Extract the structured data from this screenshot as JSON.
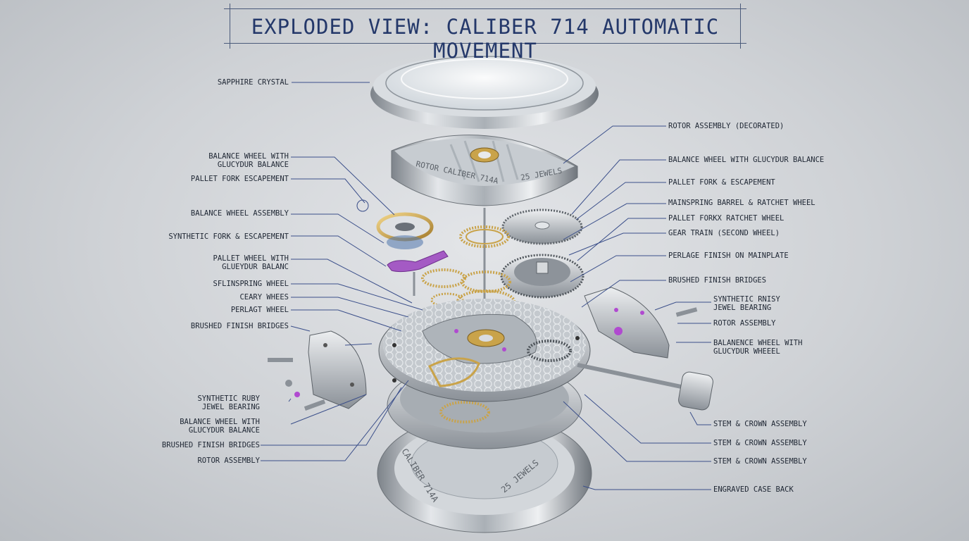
{
  "title": "EXPLODED VIEW: CALIBER 714 AUTOMATIC MOVEMENT",
  "colors": {
    "line": "#3b4f8a",
    "steel": "#b7bcc2",
    "gold": "#c9a34a",
    "ruby": "#b04ad0",
    "text": "#1e2633"
  },
  "engravings": {
    "rotor_left": "ROTOR CALIBER 714A",
    "rotor_right": "25 JEWELS",
    "caseback_left": "CALIBER 714A",
    "caseback_right": "25 JEWELS"
  },
  "labels_left": [
    {
      "id": "sapphire-crystal",
      "text": "SAPPHIRE CRYSTAL"
    },
    {
      "id": "balance-wheel-glucydur-1",
      "text": "BALANCE WHEEL WITH\nGLUCYDUR BALANCE"
    },
    {
      "id": "pallet-fork-escapement-l",
      "text": "PALLET FORK ESCAPEMENT"
    },
    {
      "id": "balance-wheel-assembly",
      "text": "BALANCE WHEEL ASSEMBLY"
    },
    {
      "id": "synthetic-fork-escapement",
      "text": "SYNTHETIC FORK & ESCAPEMENT"
    },
    {
      "id": "pallet-wheel-gluedur",
      "text": "PALLET WHEEL WITH\nGLUEYDUR BALANC"
    },
    {
      "id": "sflinspring-wheel",
      "text": "SFLINSPRING WHEEL"
    },
    {
      "id": "ceary-whees",
      "text": "CEARY WHEES"
    },
    {
      "id": "perlagt-wheel",
      "text": "PERLAGT WHEEL"
    },
    {
      "id": "brushed-finish-bridges-l1",
      "text": "BRUSHED FINISH BRIDGES"
    },
    {
      "id": "synthetic-ruby-jewel",
      "text": "SYNTHETIC RUBY\nJEWEL BEARING"
    },
    {
      "id": "balance-wheel-glucydur-2",
      "text": "BALANCE WHEEL WITH\nGLUCYDUR BALANCE"
    },
    {
      "id": "brushed-finish-bridges-l2",
      "text": "BRUSHED FINISH BRIDGES"
    },
    {
      "id": "rotor-assembly-l",
      "text": "ROTOR ASSEMBLY"
    }
  ],
  "labels_right": [
    {
      "id": "rotor-assembly-decorated",
      "text": "ROTOR ASSEMBLY (DECORATED)"
    },
    {
      "id": "balance-wheel-glucydur-r",
      "text": "BALANCE WHEEL WITH GLUCYDUR BALANCE"
    },
    {
      "id": "pallet-fork-escapement-r",
      "text": "PALLET FORK & ESCAPEMENT"
    },
    {
      "id": "mainspring-barrel",
      "text": "MAINSPRING BARREL & RATCHET WHEEL"
    },
    {
      "id": "pallet-forkx-ratchet",
      "text": "PALLET FORKX RATCHET WHEEL"
    },
    {
      "id": "gear-train-second",
      "text": "GEAR TRAIN (SECOND WHEEL)"
    },
    {
      "id": "perlage-finish",
      "text": "PERLAGE FINISH ON MAINPLATE"
    },
    {
      "id": "brushed-finish-bridges-r",
      "text": "BRUSHED FINISH BRIDGES"
    },
    {
      "id": "synthetic-rnisy-jewel",
      "text": "SYNTHETIC RNISY\nJEWEL BEARING"
    },
    {
      "id": "rotor-assembly-r",
      "text": "ROTOR ASSEMBLY"
    },
    {
      "id": "balanence-wheel",
      "text": "BALANENCE WHEEL WITH\nGLUCYDUR WHEEEL"
    },
    {
      "id": "stem-crown-1",
      "text": "STEM & CROWN ASSEMBLY"
    },
    {
      "id": "stem-crown-2",
      "text": "STEM & CROWN ASSEMBLY"
    },
    {
      "id": "stem-crown-3",
      "text": "STEM & CROWN ASSEMBLY"
    },
    {
      "id": "engraved-case-back",
      "text": "ENGRAVED CASE BACK"
    }
  ]
}
